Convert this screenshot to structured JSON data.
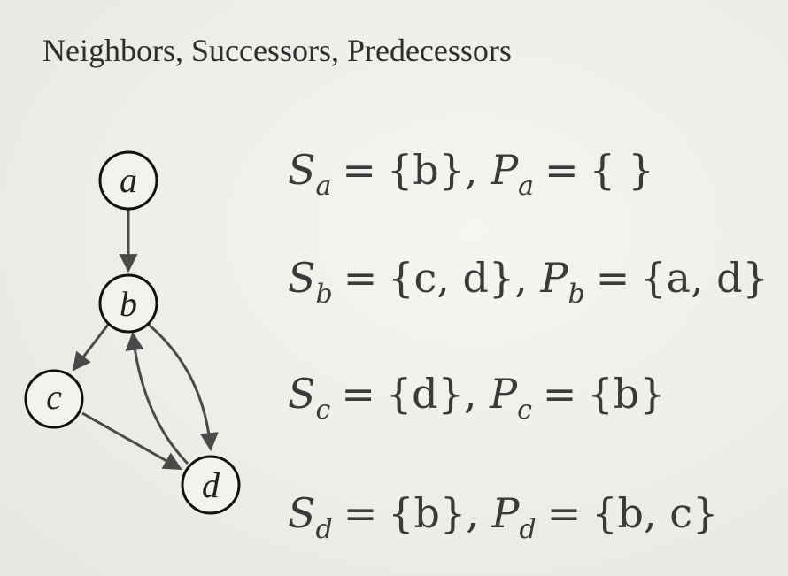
{
  "title": "Neighbors, Successors, Predecessors",
  "graph": {
    "nodes": [
      {
        "id": "a",
        "label": "a"
      },
      {
        "id": "b",
        "label": "b"
      },
      {
        "id": "c",
        "label": "c"
      },
      {
        "id": "d",
        "label": "d"
      }
    ],
    "edges": [
      {
        "from": "a",
        "to": "b"
      },
      {
        "from": "b",
        "to": "c"
      },
      {
        "from": "b",
        "to": "d"
      },
      {
        "from": "d",
        "to": "b"
      },
      {
        "from": "c",
        "to": "d"
      }
    ],
    "stroke_color": "#4a4a4a",
    "node_border_color": "#111111"
  },
  "equations": [
    {
      "s_label": "S",
      "s_sub": "a",
      "s_set": "{b}",
      "p_label": "P",
      "p_sub": "a",
      "p_set": "{ }"
    },
    {
      "s_label": "S",
      "s_sub": "b",
      "s_set": "{c, d}",
      "p_label": "P",
      "p_sub": "b",
      "p_set": "{a, d}"
    },
    {
      "s_label": "S",
      "s_sub": "c",
      "s_set": "{d}",
      "p_label": "P",
      "p_sub": "c",
      "p_set": "{b}"
    },
    {
      "s_label": "S",
      "s_sub": "d",
      "s_set": "{b}",
      "p_label": "P",
      "p_sub": "d",
      "p_set": "{b, c}"
    }
  ]
}
